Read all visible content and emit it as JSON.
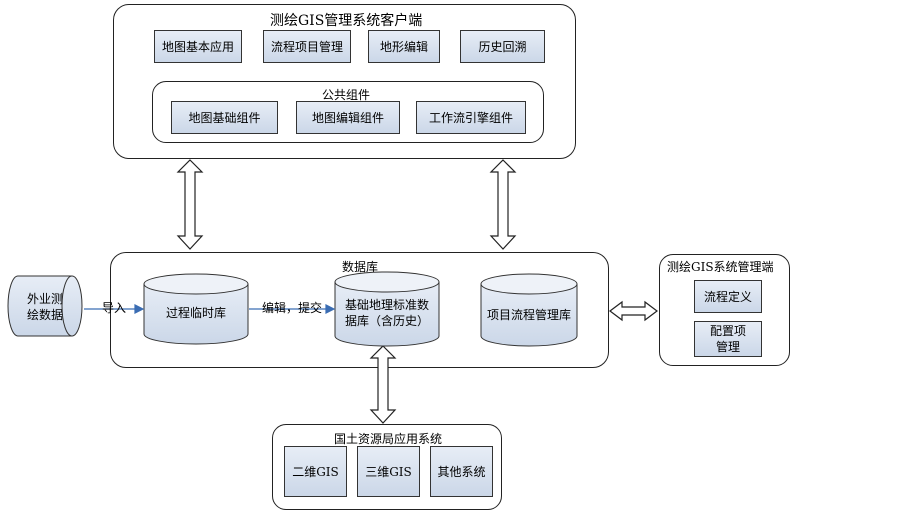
{
  "client": {
    "title": "测绘GIS管理系统客户端",
    "modules": [
      "地图基本应用",
      "流程项目管理",
      "地形编辑",
      "历史回溯"
    ],
    "common": {
      "title": "公共组件",
      "items": [
        "地图基础组件",
        "地图编辑组件",
        "工作流引擎组件"
      ]
    }
  },
  "database": {
    "title": "数据库",
    "temp_db": "过程临时库",
    "edit_label": "编辑，提交",
    "base_db": "基础地理标准数据库（含历史）",
    "project_db": "项目流程管理库"
  },
  "external": {
    "label": "外业测绘数据",
    "import_label": "导入"
  },
  "admin": {
    "title": "测绘GIS系统管理端",
    "items": [
      "流程定义",
      "配置项管理"
    ]
  },
  "bureau": {
    "title": "国土资源局应用系统",
    "items": [
      "二维GIS",
      "三维GIS",
      "其他系统"
    ]
  },
  "colors": {
    "box_fill_top": "#e7edf6",
    "box_fill_bottom": "#cbd7e8",
    "arrow_blue": "#3b6db3",
    "outline": "#222222"
  }
}
